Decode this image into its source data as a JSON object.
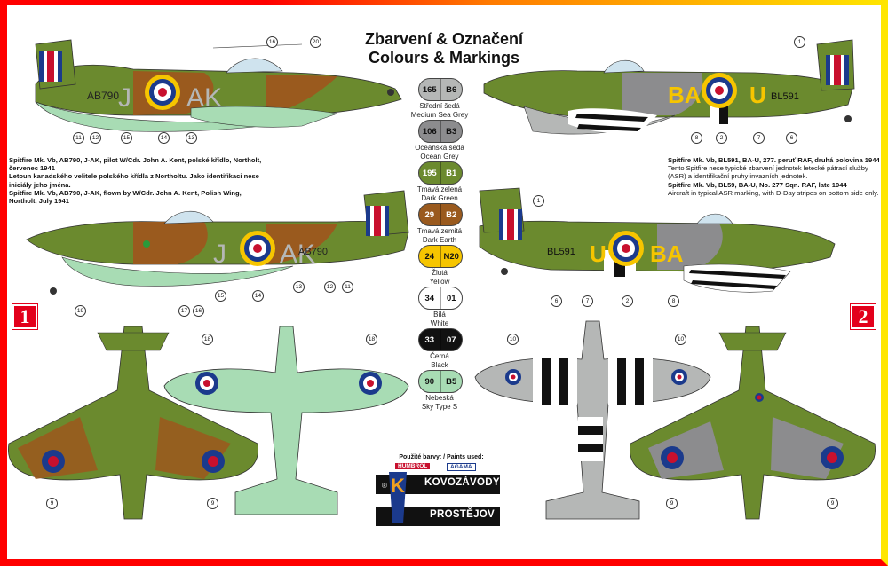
{
  "title_cz": "Zbarvení & Označení",
  "title_en": "Colours & Markings",
  "scheme1": {
    "badge": "1",
    "desc_cz_bold": "Spitfire Mk. Vb, AB790, J-AK, pilot W/Cdr. John A. Kent, polské křídlo, Northolt, červenec 1941",
    "desc_cz": "Letoun kanadského velitele polského křídla z Northoltu. Jako identifikaci nese iniciály jeho jména.",
    "desc_en_bold": "Spitfire Mk. Vb, AB790, J-AK, flown by W/Cdr. John A. Kent, Polish Wing, Northolt, July 1941",
    "serial": "AB790",
    "serial_right": "AB790",
    "code_left": "J",
    "code_right": "AK"
  },
  "scheme2": {
    "badge": "2",
    "desc_cz_bold": "Spitfire Mk. Vb, BL591, BA-U, 277. peruť RAF, druhá polovina 1944",
    "desc_cz": "Tento Spitfire nese typické zbarvení jednotek letecké pátrací služby (ASR) a identifikační pruhy invazních jednotek.",
    "desc_en_bold": "Spitfire Mk. Vb, BL59, BA-U, No. 277 Sqn. RAF, late 1944",
    "desc_en": "Aircraft in typical ASR marking, with D-Day stripes on bottom side only.",
    "serial": "BL591",
    "code_a": "BA",
    "code_b": "U"
  },
  "swatches": [
    {
      "a": "165",
      "b": "B6",
      "cz": "Střední šedá",
      "en": "Medium Sea Grey",
      "color": "#b5b7b6",
      "text": "#111111"
    },
    {
      "a": "106",
      "b": "B3",
      "cz": "Oceánská šedá",
      "en": "Ocean Grey",
      "color": "#8c8c8e",
      "text": "#111111"
    },
    {
      "a": "195",
      "b": "B1",
      "cz": "Tmavá zelená",
      "en": "Dark Green",
      "color": "#6b8a2e",
      "text": "#ffffff"
    },
    {
      "a": "29",
      "b": "B2",
      "cz": "Tmavá zemitá",
      "en": "Dark Earth",
      "color": "#9a5a1e",
      "text": "#ffffff"
    },
    {
      "a": "24",
      "b": "N20",
      "cz": "Žlutá",
      "en": "Yellow",
      "color": "#f6c500",
      "text": "#111111"
    },
    {
      "a": "34",
      "b": "01",
      "cz": "Bílá",
      "en": "White",
      "color": "#ffffff",
      "text": "#111111"
    },
    {
      "a": "33",
      "b": "07",
      "cz": "Černá",
      "en": "Black",
      "color": "#111111",
      "text": "#ffffff"
    },
    {
      "a": "90",
      "b": "B5",
      "cz": "Nebeská",
      "en": "Sky Type S",
      "color": "#a8dcb4",
      "text": "#111111"
    }
  ],
  "paints_label": "Použité barvy: / Paints used:",
  "brand1": "HUMBROL",
  "brand2": "AGAMA",
  "logo": {
    "line1": "KOVOZÁVODY",
    "line2": "PROSTĚJOV",
    "k": "K",
    "reg": "®"
  },
  "callouts": {
    "c16": "16",
    "c20": "20",
    "c11": "11",
    "c12": "12",
    "c15": "15",
    "c14": "14",
    "c13": "13",
    "c17": "17",
    "c19": "19",
    "c18": "18",
    "c9": "9",
    "c10": "10",
    "c1": "1",
    "c8": "8",
    "c2": "2",
    "c7": "7",
    "c6": "6"
  },
  "colors": {
    "green": "#6b8a2e",
    "earth": "#9a5a1e",
    "sky": "#a8dcb4",
    "grey": "#b5b7b6",
    "red": "#c8102e",
    "blue": "#1b3a8c",
    "yellow": "#f6c500"
  }
}
